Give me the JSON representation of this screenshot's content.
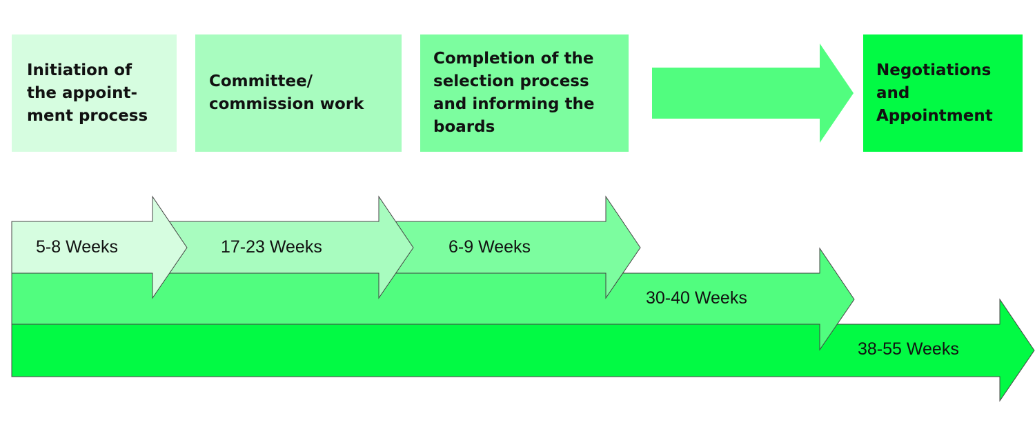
{
  "stages": [
    {
      "label": "Initiation of\nthe appoint-\nment process",
      "color": "#d6fde0"
    },
    {
      "label": "Committee/\ncommission work",
      "color": "#a8fcbf"
    },
    {
      "label": "Completion of the\nselection process\nand informing the\nboards",
      "color": "#7cfd9f"
    },
    {
      "label": "Negotiations\nand\nAppointment",
      "color": "#02fa44"
    }
  ],
  "connector_arrow_color": "#51fd7f",
  "durations": [
    {
      "label": "5-8 Weeks",
      "color": "#d6fde0"
    },
    {
      "label": "17-23 Weeks",
      "color": "#a8fcbf"
    },
    {
      "label": "6-9 Weeks",
      "color": "#7cfd9f"
    },
    {
      "label": "30-40 Weeks",
      "color": "#51fd7f"
    },
    {
      "label": "38-55 Weeks",
      "color": "#02fa44"
    }
  ]
}
